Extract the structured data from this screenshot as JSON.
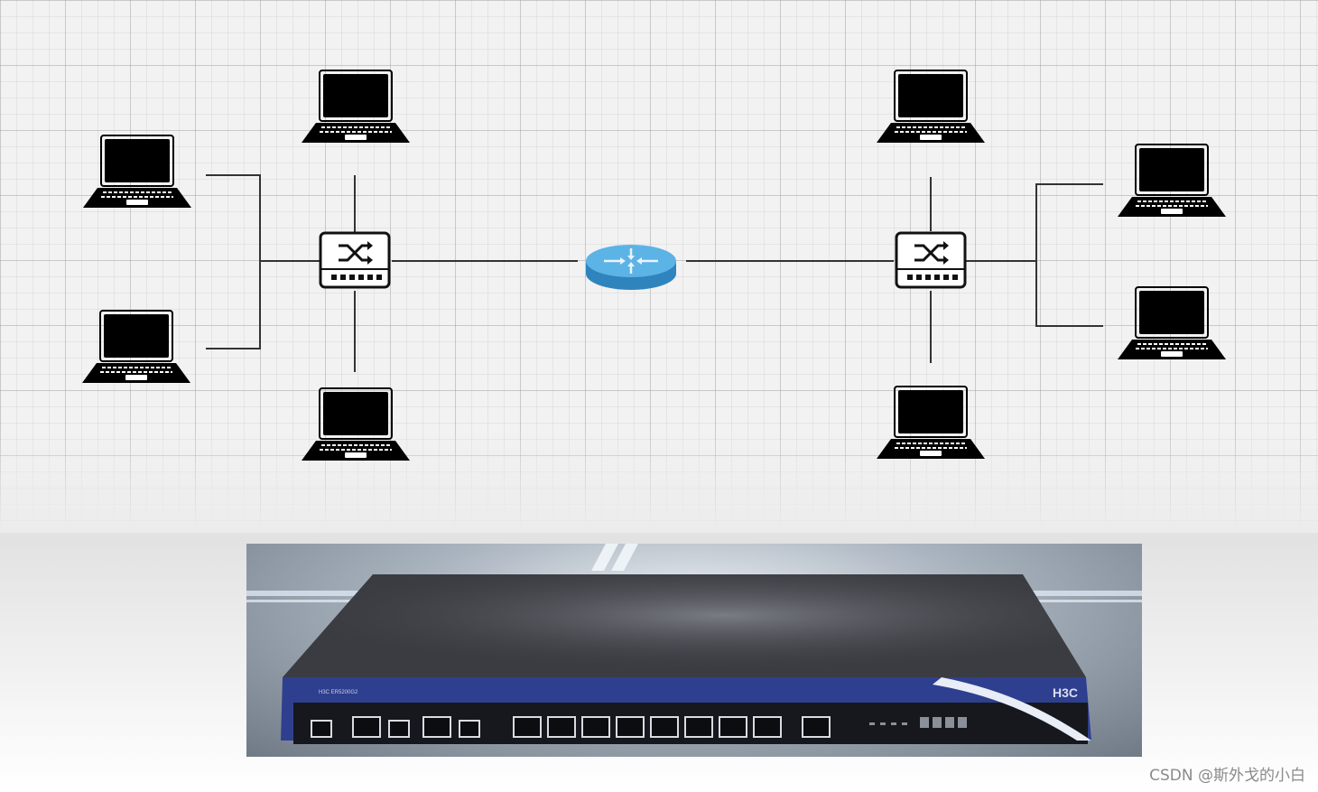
{
  "diagram": {
    "router": {
      "icon": "router-icon"
    },
    "switches": [
      {
        "icon": "switch-icon",
        "side": "left"
      },
      {
        "icon": "switch-icon",
        "side": "right"
      }
    ],
    "laptops": [
      {
        "icon": "laptop-icon",
        "group": "left"
      },
      {
        "icon": "laptop-icon",
        "group": "left"
      },
      {
        "icon": "laptop-icon",
        "group": "left"
      },
      {
        "icon": "laptop-icon",
        "group": "left"
      },
      {
        "icon": "laptop-icon",
        "group": "right"
      },
      {
        "icon": "laptop-icon",
        "group": "right"
      },
      {
        "icon": "laptop-icon",
        "group": "right"
      },
      {
        "icon": "laptop-icon",
        "group": "right"
      }
    ],
    "colors": {
      "router": "#4aa3d8",
      "device_trim": "#2f3f8f",
      "link": "#333333"
    }
  },
  "device_photo": {
    "brand": "H3C",
    "icon": "h3c-router-photo"
  },
  "watermark": "CSDN @斯外戈的小白"
}
